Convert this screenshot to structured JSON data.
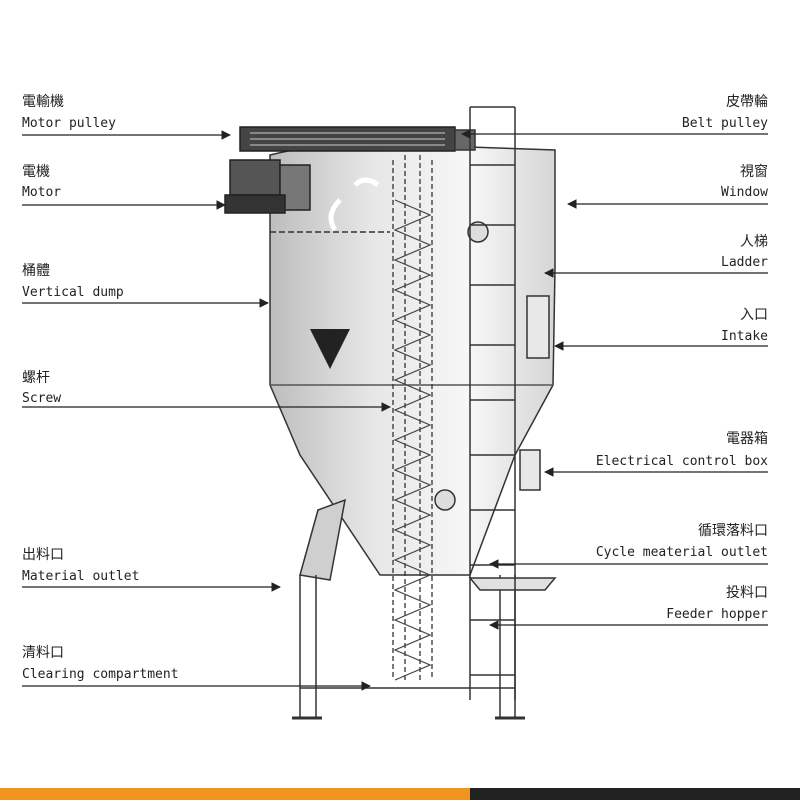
{
  "labels": {
    "motor_pulley": {
      "cn": "電輸機",
      "en": "Motor pulley"
    },
    "motor": {
      "cn": "電機",
      "en": "Motor"
    },
    "vertical_dump": {
      "cn": "桶體",
      "en": "Vertical dump"
    },
    "screw": {
      "cn": "螺杆",
      "en": "Screw"
    },
    "material_outlet": {
      "cn": "出料口",
      "en": "Material outlet"
    },
    "clearing_compartment": {
      "cn": "清料口",
      "en": "Clearing compartment"
    },
    "belt_pulley": {
      "cn": "皮帶輪",
      "en": "Belt pulley"
    },
    "window": {
      "cn": "視窗",
      "en": "Window"
    },
    "ladder": {
      "cn": "人梯",
      "en": "Ladder"
    },
    "intake": {
      "cn": "入口",
      "en": "Intake"
    },
    "electrical_control_box": {
      "cn": "電器箱",
      "en": "Electrical control box"
    },
    "cycle_material_outlet": {
      "cn": "循環落料口",
      "en": "Cycle meaterial outlet"
    },
    "feeder_hopper": {
      "cn": "投料口",
      "en": "Feeder hopper"
    }
  },
  "colors": {
    "accent_orange": "#f0941e",
    "bar_dark": "#222222",
    "line": "#2a2a2a"
  }
}
